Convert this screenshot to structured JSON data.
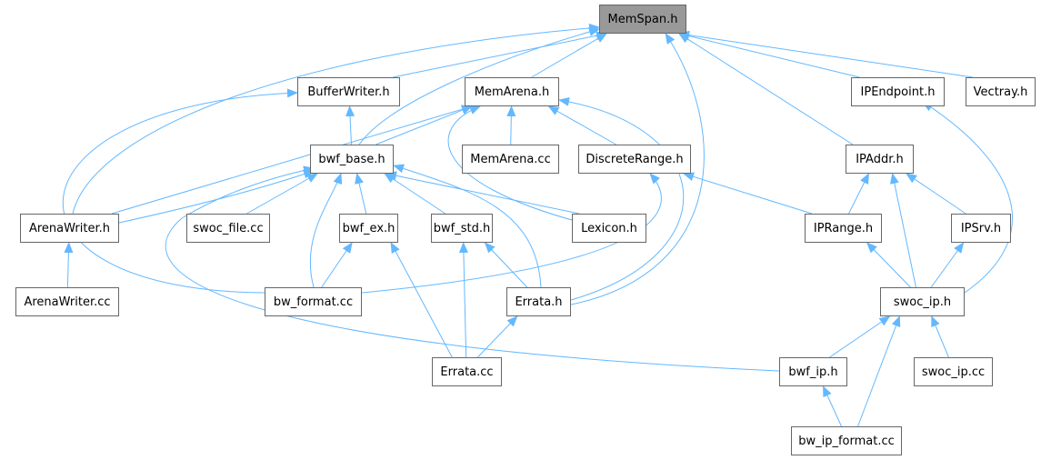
{
  "colors": {
    "edge": "#63b8ff",
    "root_fill": "#999999",
    "border": "#666666"
  },
  "nodes": [
    {
      "id": "memspan",
      "label": "MemSpan.h",
      "root": true
    },
    {
      "id": "bufferwriter",
      "label": "BufferWriter.h"
    },
    {
      "id": "memarena",
      "label": "MemArena.h"
    },
    {
      "id": "ipendpoint",
      "label": "IPEndpoint.h"
    },
    {
      "id": "vectray",
      "label": "Vectray.h"
    },
    {
      "id": "bwfbase",
      "label": "bwf_base.h"
    },
    {
      "id": "memarenacc",
      "label": "MemArena.cc"
    },
    {
      "id": "discreterange",
      "label": "DiscreteRange.h"
    },
    {
      "id": "ipaddr",
      "label": "IPAddr.h"
    },
    {
      "id": "arenawriter",
      "label": "ArenaWriter.h"
    },
    {
      "id": "swocfile",
      "label": "swoc_file.cc"
    },
    {
      "id": "bwfex",
      "label": "bwf_ex.h"
    },
    {
      "id": "bwfstd",
      "label": "bwf_std.h"
    },
    {
      "id": "lexicon",
      "label": "Lexicon.h"
    },
    {
      "id": "iprange",
      "label": "IPRange.h"
    },
    {
      "id": "ipsrv",
      "label": "IPSrv.h"
    },
    {
      "id": "arenawritercc",
      "label": "ArenaWriter.cc"
    },
    {
      "id": "bwformat",
      "label": "bw_format.cc"
    },
    {
      "id": "erratah",
      "label": "Errata.h"
    },
    {
      "id": "swocip",
      "label": "swoc_ip.h"
    },
    {
      "id": "erratacc",
      "label": "Errata.cc"
    },
    {
      "id": "bwfip",
      "label": "bwf_ip.h"
    },
    {
      "id": "swocipcc",
      "label": "swoc_ip.cc"
    },
    {
      "id": "bwipformat",
      "label": "bw_ip_format.cc"
    }
  ],
  "edges": [
    [
      "bufferwriter",
      "memspan"
    ],
    [
      "memarena",
      "memspan"
    ],
    [
      "ipendpoint",
      "memspan"
    ],
    [
      "vectray",
      "memspan"
    ],
    [
      "bwfbase",
      "memspan"
    ],
    [
      "arenawriter",
      "memspan"
    ],
    [
      "erratah",
      "memspan"
    ],
    [
      "ipaddr",
      "memspan"
    ],
    [
      "bwfbase",
      "bufferwriter"
    ],
    [
      "bwformat",
      "bufferwriter"
    ],
    [
      "bwfbase",
      "memarena"
    ],
    [
      "arenawriter",
      "memarena"
    ],
    [
      "memarenacc",
      "memarena"
    ],
    [
      "discreterange",
      "memarena"
    ],
    [
      "lexicon",
      "memarena"
    ],
    [
      "erratah",
      "memarena"
    ],
    [
      "arenawriter",
      "bwfbase"
    ],
    [
      "swocfile",
      "bwfbase"
    ],
    [
      "bwfex",
      "bwfbase"
    ],
    [
      "bwfstd",
      "bwfbase"
    ],
    [
      "lexicon",
      "bwfbase"
    ],
    [
      "erratah",
      "bwfbase"
    ],
    [
      "bwformat",
      "bwfbase"
    ],
    [
      "bwfip",
      "bwfbase"
    ],
    [
      "bwformat",
      "discreterange"
    ],
    [
      "iprange",
      "discreterange"
    ],
    [
      "iprange",
      "ipaddr"
    ],
    [
      "ipsrv",
      "ipaddr"
    ],
    [
      "swocip",
      "ipaddr"
    ],
    [
      "swocip",
      "ipendpoint"
    ],
    [
      "arenawritercc",
      "arenawriter"
    ],
    [
      "bwformat",
      "bwfex"
    ],
    [
      "erratacc",
      "bwfex"
    ],
    [
      "erratacc",
      "bwfstd"
    ],
    [
      "erratah",
      "bwfstd"
    ],
    [
      "swocip",
      "iprange"
    ],
    [
      "swocip",
      "ipsrv"
    ],
    [
      "erratacc",
      "erratah"
    ],
    [
      "bwfip",
      "swocip"
    ],
    [
      "swocipcc",
      "swocip"
    ],
    [
      "bwipformat",
      "swocip"
    ],
    [
      "bwipformat",
      "bwfip"
    ]
  ]
}
